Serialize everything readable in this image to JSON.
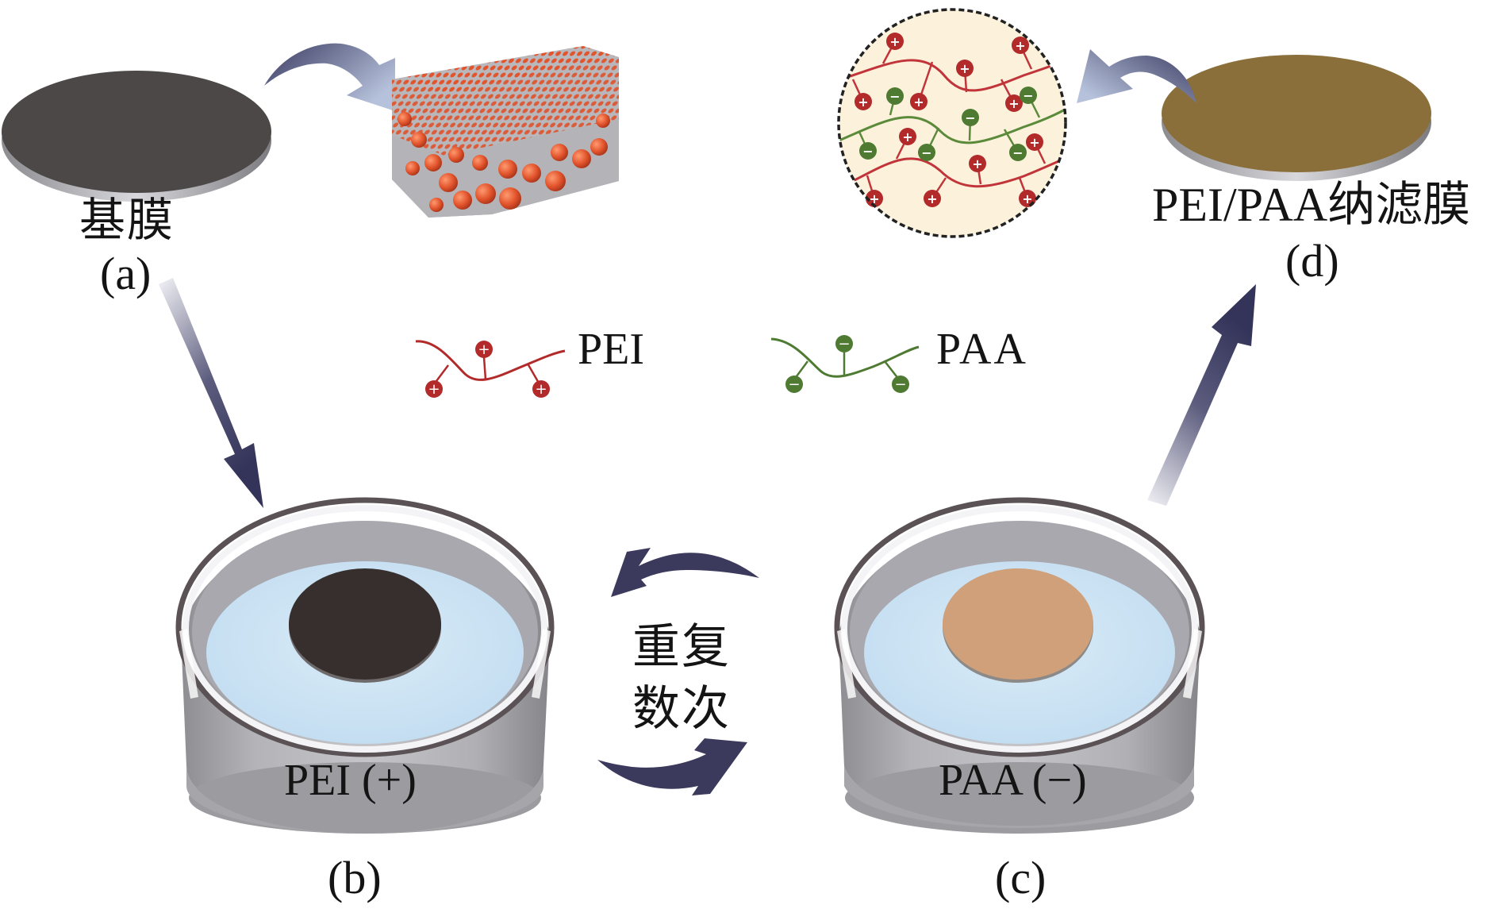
{
  "figure": {
    "steps": {
      "a": {
        "label": "基膜",
        "tag": "(a)",
        "membrane_color": "#4d4848"
      },
      "b": {
        "tag": "(b)",
        "dish_solution": "PEI (+)",
        "membrane_color": "#372f2d"
      },
      "c": {
        "tag": "(c)",
        "dish_solution": "PAA (−)",
        "membrane_color": "#cfa07a"
      },
      "d": {
        "label": "PEI/PAA纳滤膜",
        "tag": "(d)",
        "membrane_color": "#8a6f3a"
      }
    },
    "cycle_text": "重复数次",
    "legend": [
      {
        "name": "PEI",
        "charge": "+",
        "color": "#b22a2a"
      },
      {
        "name": "PAA",
        "charge": "−",
        "color": "#4e7a32"
      }
    ],
    "colors": {
      "arrow": "#3a3a5c",
      "water": "#cfe6f5",
      "dish": "#b8b8bc",
      "inset_bg": "#fcf2dc",
      "substrate_spheres": "#e2542c"
    }
  }
}
